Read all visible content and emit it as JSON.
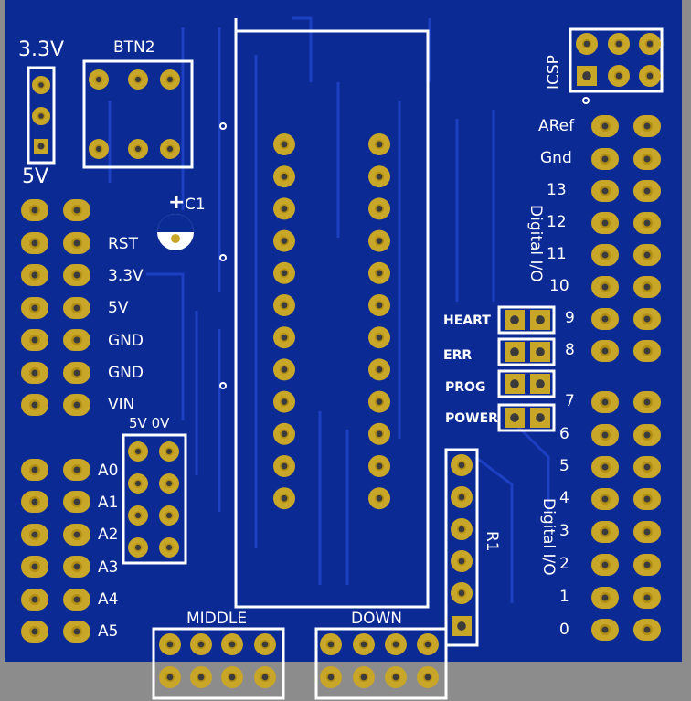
{
  "board": {
    "colors": {
      "background": "#8c8c8c",
      "substrate": "#0b2a94",
      "trace": "#1d3fc2",
      "pad": "#c8a628",
      "pad_inner": "#b28e14",
      "hole": "#3b3b3b",
      "silkscreen": "#ffffff"
    },
    "left_labels": {
      "v33": "3.3V",
      "btn2": "BTN2",
      "v5": "5V",
      "c1": "C1",
      "c1_plus": "+",
      "rst": "RST",
      "p33": "3.3V",
      "p5v": "5V",
      "gnd1": "GND",
      "gnd2": "GND",
      "vin": "VIN",
      "hdr_5v0v": "5V 0V",
      "a0": "A0",
      "a1": "A1",
      "a2": "A2",
      "a3": "A3",
      "a4": "A4",
      "a5": "A5"
    },
    "bottom_labels": {
      "middle": "MIDDLE",
      "down": "DOWN"
    },
    "right_labels": {
      "icsp": "ICSP",
      "aref": "ARef",
      "gnd": "Gnd",
      "d13": "13",
      "d12": "12",
      "d11": "11",
      "d10": "10",
      "d9": "9",
      "d8": "8",
      "d7": "7",
      "d6": "6",
      "d5": "5",
      "d4": "4",
      "d3": "3",
      "d2": "2",
      "d1": "1",
      "d0": "0",
      "digital_io_top": "Digital I/O",
      "digital_io_bottom": "Digital I/O",
      "r1": "R1"
    },
    "leds": {
      "heart": "HEART",
      "err": "ERR",
      "prog": "PROG",
      "power": "POWER"
    }
  }
}
